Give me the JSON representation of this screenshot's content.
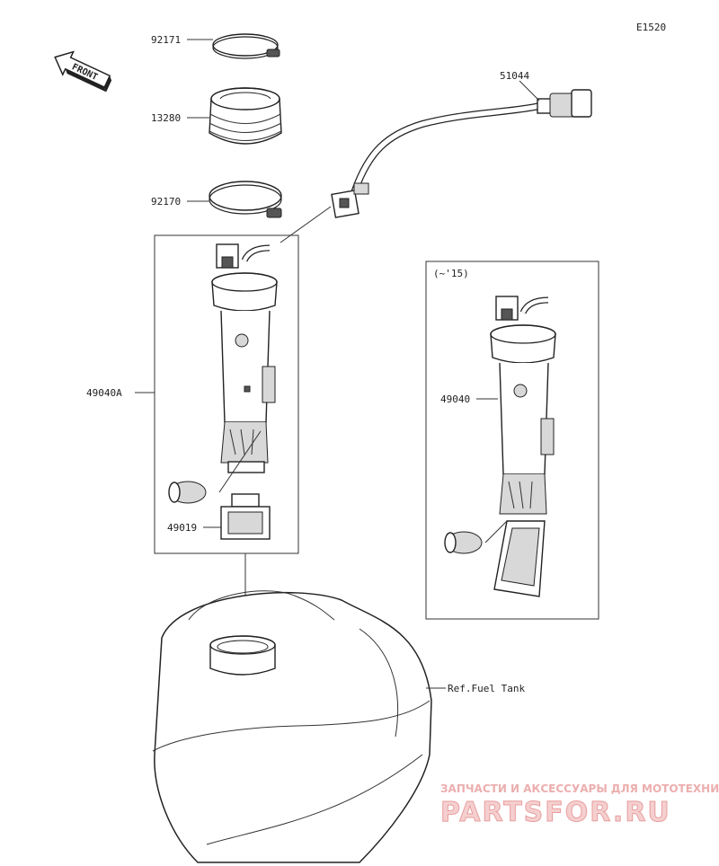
{
  "diagram_code": "E1520",
  "front_arrow_text": "FRONT",
  "parts": [
    {
      "id": "92171",
      "label": "92171"
    },
    {
      "id": "13280",
      "label": "13280"
    },
    {
      "id": "92170",
      "label": "92170"
    },
    {
      "id": "51044",
      "label": "51044"
    },
    {
      "id": "49040A",
      "label": "49040A"
    },
    {
      "id": "49019",
      "label": "49019"
    },
    {
      "id": "49040",
      "label": "49040"
    }
  ],
  "variant_note": "(~'15)",
  "reference_label": "Ref.Fuel Tank",
  "watermark": {
    "tagline": "ЗАПЧАСТИ И АКСЕССУАРЫ ДЛЯ МОТОТЕХНИКИ",
    "brand": "PARTSFOR.RU"
  }
}
